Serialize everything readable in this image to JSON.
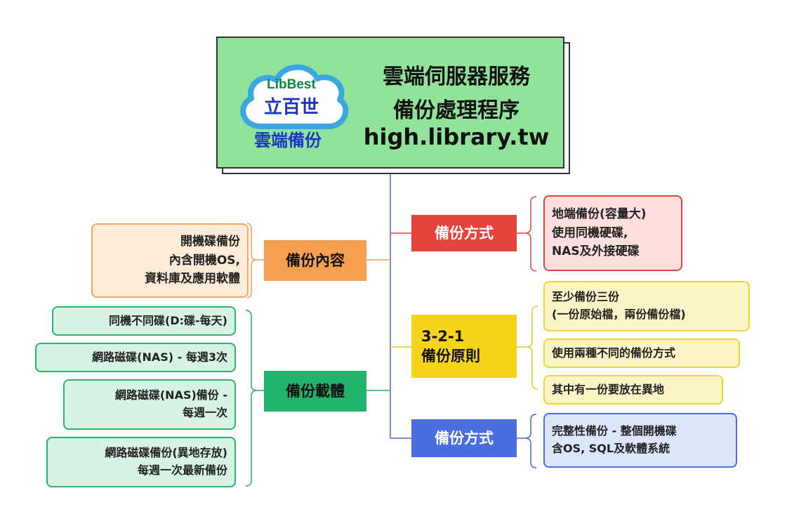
{
  "title_card": {
    "logo_text_en": "LibBest",
    "logo_text_zh": "立百世",
    "logo_subtitle": "雲端備份",
    "line1": "雲端伺服器服務",
    "line2": "備份處理程序",
    "line3": "high.library.tw"
  },
  "left_branches": [
    {
      "label": "備份內容",
      "leaves": [
        [
          "開機碟備份",
          "內含開機OS,",
          "資料庫及應用軟體"
        ]
      ]
    },
    {
      "label": "備份載體",
      "leaves": [
        [
          "同機不同碟(D:碟-每天)"
        ],
        [
          "網路磁碟(NAS) - 每週3次"
        ],
        [
          "網路磁碟(NAS)備份 -",
          "每週一次"
        ],
        [
          "網路磁碟備份(異地存放)",
          "每週一次最新備份"
        ]
      ]
    }
  ],
  "right_branches": [
    {
      "label": "備份方式",
      "leaves": [
        [
          "地端備份(容量大)",
          "使用同機硬碟,",
          "NAS及外接硬碟"
        ]
      ]
    },
    {
      "label_line1": "3-2-1",
      "label_line2": "備份原則",
      "leaves": [
        [
          "至少備份三份",
          "(一份原始檔，兩份備份檔)"
        ],
        [
          "使用兩種不同的備份方式"
        ],
        [
          "其中有一份要放在異地"
        ]
      ]
    },
    {
      "label": "備份方式",
      "leaves": [
        [
          "完整性備份 - 整個開機碟",
          "含OS, SQL及軟體系統"
        ]
      ]
    }
  ],
  "colors": {
    "title_bg": "#92e39a",
    "orange": "#f4a050",
    "green": "#22b36a",
    "red": "#e5443c",
    "yellow": "#f5d41c",
    "blue": "#4a6ee0",
    "connector": "#4466cc"
  }
}
